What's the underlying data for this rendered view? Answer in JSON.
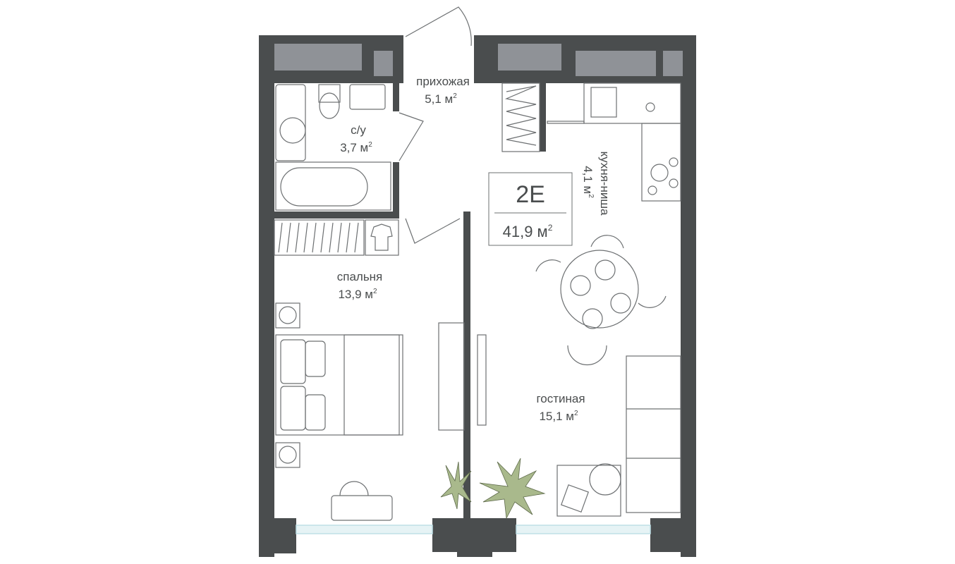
{
  "apartment": {
    "type_label": "2E",
    "total_area": "41,9 м",
    "sup": "2"
  },
  "rooms": [
    {
      "id": "hallway",
      "name": "прихожая",
      "area": "5,1 м",
      "sup": "2"
    },
    {
      "id": "bathroom",
      "name": "с/у",
      "area": "3,7 м",
      "sup": "2"
    },
    {
      "id": "bedroom",
      "name": "спальня",
      "area": "13,9 м",
      "sup": "2"
    },
    {
      "id": "living",
      "name": "гостиная",
      "area": "15,1 м",
      "sup": "2"
    },
    {
      "id": "kitchen",
      "name": "кухня-ниша",
      "area": "4,1 м",
      "sup": "2"
    }
  ],
  "colors": {
    "wall": "#4a4d4e",
    "window_inset": "#8f9297",
    "glass": "#bfe0e6",
    "plant": "#a9b98c"
  }
}
